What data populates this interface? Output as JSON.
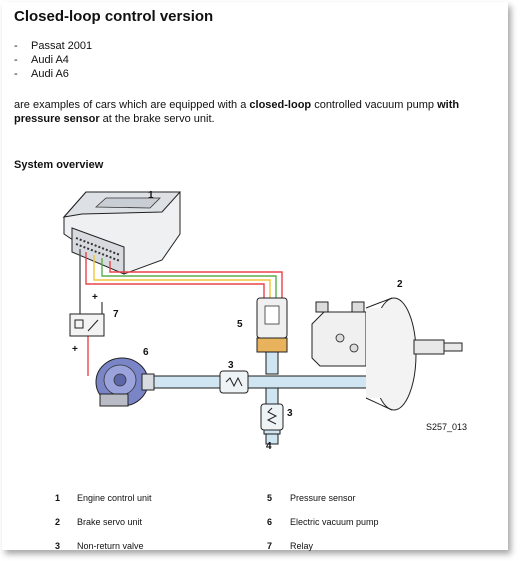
{
  "heading": "Closed-loop control version",
  "models": [
    "Passat 2001",
    "Audi A4",
    "Audi A6"
  ],
  "dash": "-",
  "intro": {
    "t1": "are examples of cars which are equipped with a ",
    "b1": "closed-loop",
    "t2": " controlled vacuum pump ",
    "b2": "with pressure sensor",
    "t3": " at the brake servo unit."
  },
  "section_title": "System overview",
  "figure": {
    "callouts": [
      "1",
      "2",
      "3",
      "3",
      "4",
      "5",
      "6",
      "7"
    ],
    "relay_plus_top": "+",
    "relay_plus_bottom": "+",
    "figure_code": "S257_013"
  },
  "legend": [
    {
      "num": "1",
      "text": "Engine control unit"
    },
    {
      "num": "5",
      "text": "Pressure sensor"
    },
    {
      "num": "2",
      "text": "Brake servo unit"
    },
    {
      "num": "6",
      "text": "Electric vacuum pump"
    },
    {
      "num": "3",
      "text": "Non-return valve"
    },
    {
      "num": "7",
      "text": "Relay"
    }
  ],
  "colors": {
    "tube": "#cfe6f2",
    "tube_outline": "#1a1a1a",
    "wire_red": "#e8434a",
    "wire_green": "#5cae4d",
    "wire_yellow": "#f0c53a",
    "sensor_band": "#e9b25c",
    "pump_body": "#7a85c8"
  }
}
